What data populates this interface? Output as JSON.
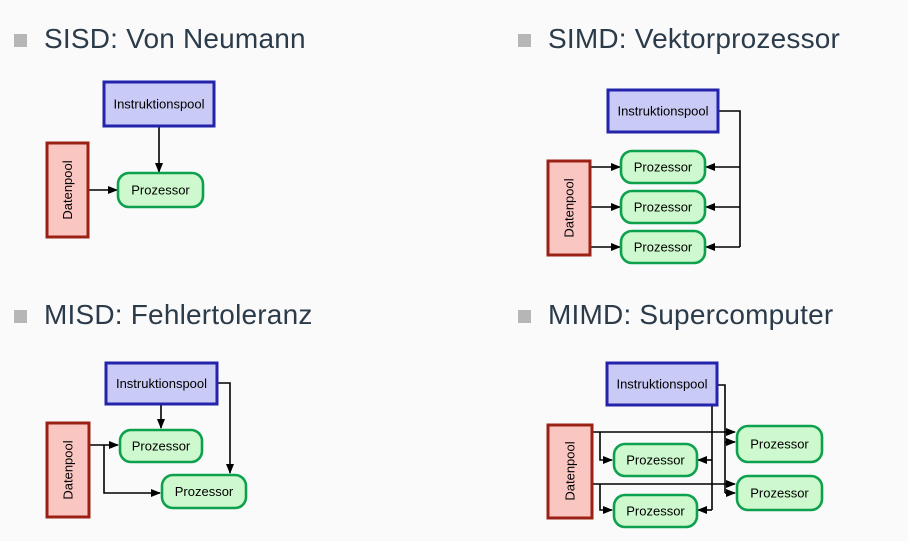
{
  "slide": {
    "headings": [
      {
        "id": "sisd",
        "title": "SISD: Von Neumann"
      },
      {
        "id": "simd",
        "title": "SIMD: Vektorprozessor"
      },
      {
        "id": "misd",
        "title": "MISD: Fehlertoleranz"
      },
      {
        "id": "mimd",
        "title": "MIMD: Supercomputer"
      }
    ],
    "box_labels": {
      "instruction_pool": "Instruktionspool",
      "data_pool": "Datenpool",
      "processor": "Prozessor"
    },
    "colors": {
      "background": "#fafafa",
      "heading_text": "#2b3b4a",
      "heading_bullet": "#b6b6b6",
      "instruction_pool_fill": "#c9caf5",
      "instruction_pool_border": "#2323ab",
      "data_pool_fill": "#f9c6c2",
      "data_pool_border": "#9c2115",
      "processor_fill": "#cef9ce",
      "processor_border": "#0da14e",
      "arrow_line": "#000000"
    }
  }
}
